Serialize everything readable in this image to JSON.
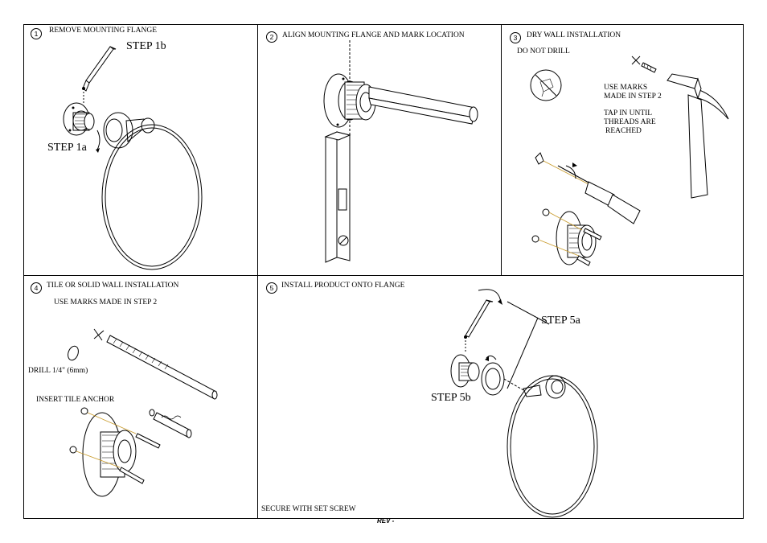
{
  "steps": {
    "s1": {
      "num": "1",
      "title": "REMOVE MOUNTING FLANGE",
      "step_a": "STEP 1a",
      "step_b": "STEP 1b"
    },
    "s2": {
      "num": "2",
      "title": "ALIGN MOUNTING FLANGE AND MARK LOCATION"
    },
    "s3": {
      "num": "3",
      "title": "DRY WALL INSTALLATION",
      "do_not_drill": "DO NOT DRILL",
      "use_marks_1": "USE MARKS",
      "use_marks_2": "MADE IN STEP 2",
      "tap_1": "TAP IN UNTIL",
      "tap_2": "THREADS ARE",
      "tap_3": "REACHED"
    },
    "s4": {
      "num": "4",
      "title": "TILE OR SOLID WALL INSTALLATION",
      "use_marks": "USE MARKS MADE IN STEP 2",
      "drill": "DRILL 1/4\" (6mm)",
      "insert_anchor": "INSERT TILE ANCHOR"
    },
    "s5": {
      "num": "5",
      "title": "INSTALL PRODUCT ONTO FLANGE",
      "step_a": "STEP 5a",
      "step_b": "STEP 5b",
      "secure": "SECURE WITH SET SCREW"
    }
  },
  "footer": {
    "rev": "REV -"
  },
  "icons": [
    "hex-key-icon",
    "no-drill-icon",
    "hammer-icon",
    "screwdriver-icon",
    "drill-bit-icon",
    "tile-anchor-icon",
    "towel-ring-icon",
    "mounting-flange-icon",
    "screw-icon"
  ]
}
